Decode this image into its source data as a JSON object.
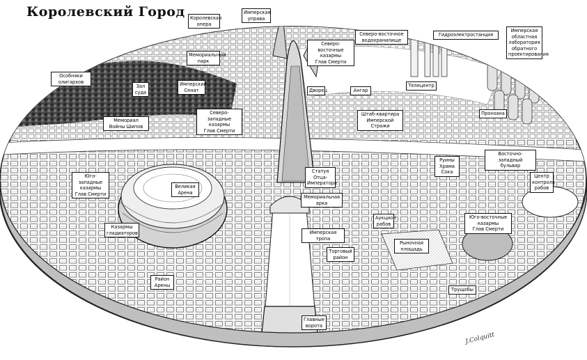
{
  "title": "Королевский Город",
  "signature": "J.Colquitt",
  "labels": {
    "royal_opera": "Королевская\nопера",
    "imperial_administration": "Имперская\nуправа",
    "ne_barracks": "Северо-восточные\nказармы\nГлав Смерти",
    "ne_reservoir": "Северо-восточное\nводохранилище",
    "hydro_plant": "Гидроэлектростанция",
    "imperial_lab": "Имперская\nобластная\nлаборатория\nобратного\nпроектирования",
    "memorial_park": "Мемориальный\nпарк",
    "oligarch_mansions": "Особняки\nолигархов",
    "court_hall": "Зал\nсуда",
    "imperial_senate": "Имперский\nСенат",
    "palace": "Дворец",
    "hangar": "Ангар",
    "telecenter": "Телецентр",
    "nw_barracks": "Северо-западные\nказармы\nГлав Смерти",
    "imperial_guard_hq": "Штаб-квартира\nИмперской Стражи",
    "spike_war_memorial": "Мемориал\nВойны Шипов",
    "pronzana": "Пронзана",
    "east_west_boulevard": "Восточно-западный\nбульвар",
    "temple_ruins": "Руины\nХрама\nСока",
    "labor_control_center": "Центр\nконтроля\nрабов",
    "sw_barracks": "Юго-западные\nказармы\nГлав Смерти",
    "father_emperor_statue": "Статуя\nОтца-\nИмператора",
    "great_arena": "Великая\nАрена",
    "imperial_arch": "Мемориальная\nарка",
    "auction": "Аукцион\nрабов",
    "se_barracks": "Юго-восточные\nказармы\nГлав Смерти",
    "gladiator_barracks": "Казармы\nгладиаторов",
    "imperial_path": "Имперская\nтропа",
    "market_square": "Рыночная\nплощадь",
    "trade_district": "Торговый\nрайон",
    "arena_district": "Район\nАрены",
    "slums": "Трущобы",
    "main_gate": "Главные\nворота"
  }
}
